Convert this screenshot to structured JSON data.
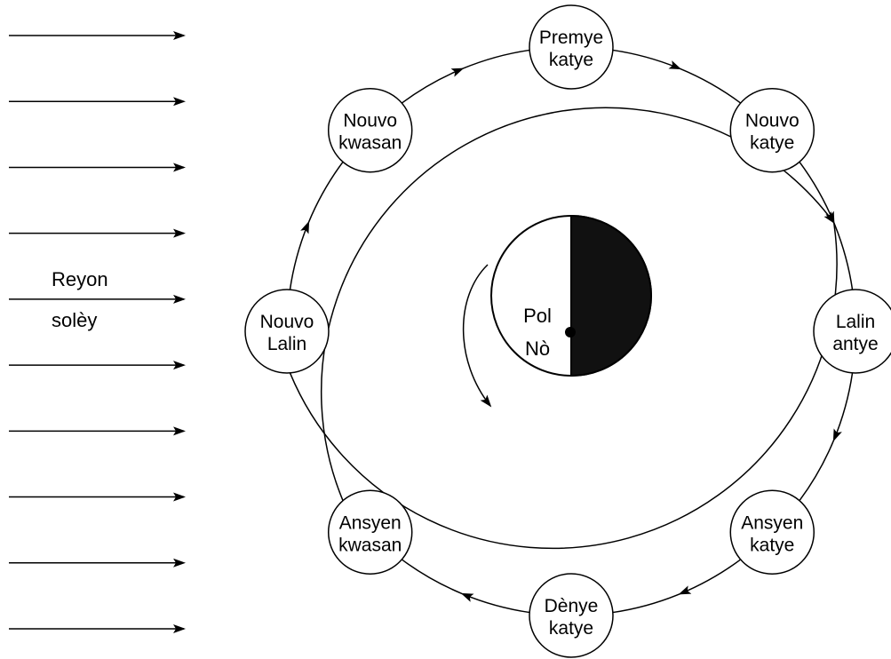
{
  "sunlight": {
    "label_line1": "Reyon",
    "label_line2": "solèy",
    "ray_count": 10
  },
  "earth": {
    "label_line1": "Pol",
    "label_line2": "Nò",
    "dark_color": "#111111",
    "light_color": "#ffffff"
  },
  "phases": [
    {
      "id": "new-moon",
      "line1": "Nouvo",
      "line2": "Lalin"
    },
    {
      "id": "waxing-crescent",
      "line1": "Nouvo",
      "line2": "kwasan"
    },
    {
      "id": "first-quarter",
      "line1": "Premye",
      "line2": "katye"
    },
    {
      "id": "waxing-gibbous",
      "line1": "Nouvo",
      "line2": "katye"
    },
    {
      "id": "full-moon",
      "line1": "Lalin",
      "line2": "antye"
    },
    {
      "id": "waning-gibbous",
      "line1": "Ansyen",
      "line2": "katye"
    },
    {
      "id": "last-quarter",
      "line1": "Dènye",
      "line2": "katye"
    },
    {
      "id": "waning-crescent",
      "line1": "Ansyen",
      "line2": "kwasan"
    }
  ]
}
